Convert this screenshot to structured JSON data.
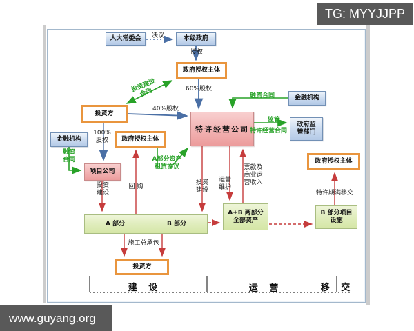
{
  "watermarks": {
    "telegram": "TG: MYYJJPP",
    "website": "www.guyang.org"
  },
  "colors": {
    "blue_node_fill": "#c3d5ec",
    "blue_node_border": "#7290b5",
    "orange_box_border": "#e9953e",
    "pink_node_fill": "#f2b2b2",
    "green_node_fill": "#e0edbd",
    "green_text_and_arrows": "#28a228",
    "red_arrows": "#c63c3c",
    "blue_arrows": "#4a6fa5",
    "watermark_bg": "#595959"
  },
  "nodes": {
    "renda": {
      "label": "人大常委会"
    },
    "benji_gov": {
      "label": "本级政府"
    },
    "gov_auth_top": {
      "label": "政府授权主体"
    },
    "investor_top": {
      "label": "投资方"
    },
    "franchise": {
      "label": "特许经营公司"
    },
    "finance_right": {
      "label": "金融机构"
    },
    "gov_supervise": {
      "line1": "政府监",
      "line2": "管部门"
    },
    "gov_auth_right": {
      "label": "政府授权主体"
    },
    "finance_left": {
      "label": "金融机构"
    },
    "gov_auth_mid": {
      "label": "政府授权主体"
    },
    "project_co": {
      "label": "项目公司"
    },
    "part_a": {
      "label": "A 部分"
    },
    "part_b": {
      "label": "B 部分"
    },
    "ab_assets": {
      "line1": "A+B 两部分",
      "line2": "全部资产"
    },
    "b_facility": {
      "line1": "B 部分项目",
      "line2": "设施"
    },
    "investor_bottom": {
      "label": "投资方"
    }
  },
  "edges": {
    "resolution": "决议",
    "authorize": "授权",
    "invest_build_contract": {
      "line1": "投资建设",
      "line2": "合同"
    },
    "equity_60": "60%股权",
    "equity_40": "40%股权",
    "financing_contract_right": "融资合同",
    "supervise": "监管",
    "franchise_contract": "特许经营合同",
    "equity_100": {
      "line1": "100%",
      "line2": "股权"
    },
    "financing_contract_left": {
      "line1": "融资",
      "line2": "合同"
    },
    "lease_agreement": {
      "line1": "A部分资产",
      "line2": "租赁协议"
    },
    "invest_build_left": {
      "line1": "投资",
      "line2": "建设"
    },
    "buyback": "回 购",
    "invest_build_mid": {
      "line1": "投资",
      "line2": "建设"
    },
    "operate_maintain": {
      "line1": "运营",
      "line2": "维护"
    },
    "ticket_income": {
      "line1": "票款及",
      "line2": "商业运",
      "line3": "营收入"
    },
    "transfer_on_expiry": "特许期满移交",
    "construction_general_contract": "施工总承包"
  },
  "phases": {
    "build": "建 设",
    "operate": "运 营",
    "transfer": "移 交"
  }
}
